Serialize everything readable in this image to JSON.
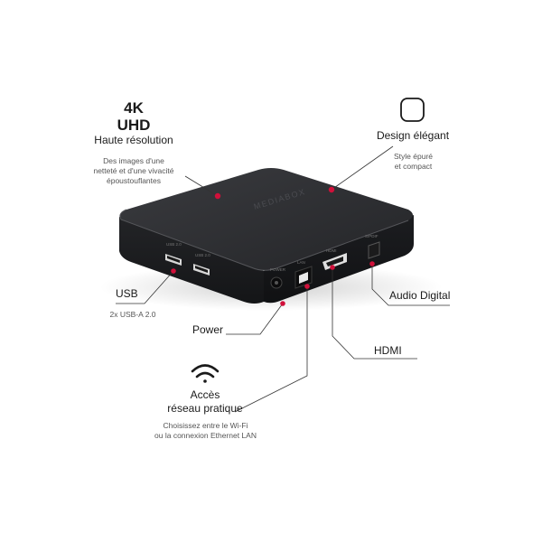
{
  "features": {
    "uhd": {
      "line1": "4K",
      "line2": "UHD",
      "title": "Haute résolution",
      "desc1": "Des images d'une",
      "desc2": "netteté et d'une vivacité",
      "desc3": "époustouflantes"
    },
    "design": {
      "title": "Design élégant",
      "desc1": "Style épuré",
      "desc2": "et compact"
    },
    "usb": {
      "title": "USB",
      "desc": "2x USB-A 2.0"
    },
    "power": {
      "title": "Power"
    },
    "audio": {
      "title": "Audio Digital"
    },
    "hdmi": {
      "title": "HDMI"
    },
    "network": {
      "title1": "Accès",
      "title2": "réseau pratique",
      "desc1": "Choisissez entre le Wi-Fi",
      "desc2": "ou la connexion Ethernet LAN"
    }
  },
  "device": {
    "brand": "MEDIABOX",
    "ports": {
      "usb1": "USB 2.0",
      "usb2": "USB 2.0",
      "power": "POWER",
      "lan": "LAN",
      "hdmi": "HDMI",
      "spdif": "S/PDIF"
    }
  },
  "colors": {
    "accent": "#d0103a",
    "device": "#222326",
    "line": "#333333"
  }
}
